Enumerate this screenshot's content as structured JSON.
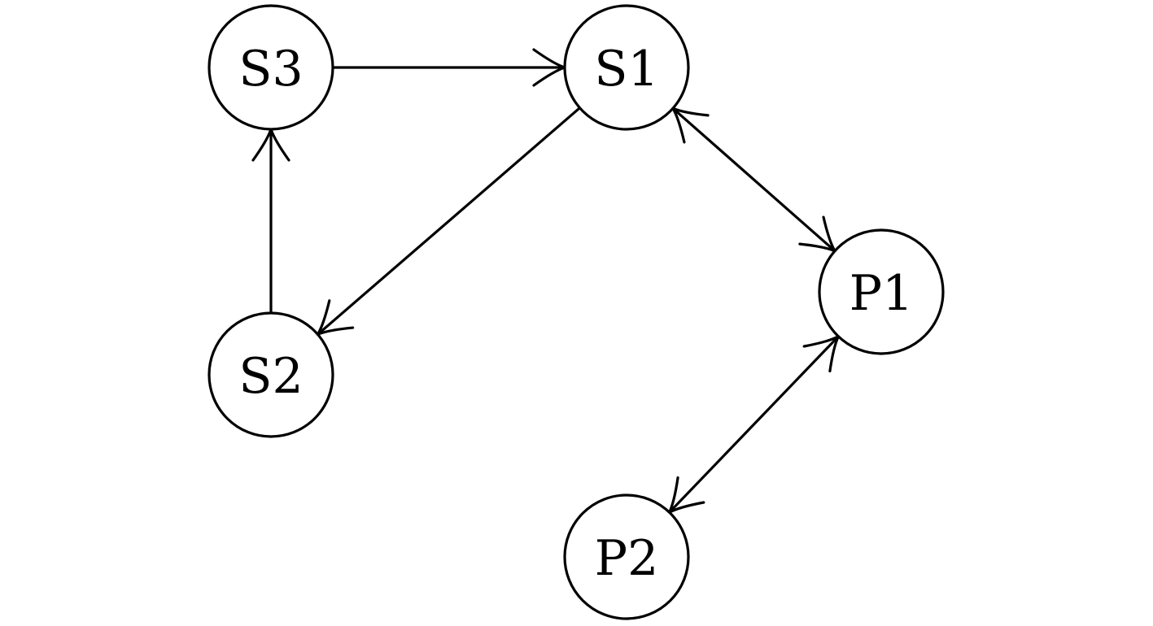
{
  "nodes": [
    {
      "id": "S3",
      "label": "S3"
    },
    {
      "id": "S1",
      "label": "S1"
    },
    {
      "id": "S2",
      "label": "S2"
    },
    {
      "id": "P1",
      "label": "P1"
    },
    {
      "id": "P2",
      "label": "P2"
    }
  ],
  "edges": [
    {
      "from": "S3",
      "to": "S1",
      "arrow": "forward"
    },
    {
      "from": "S1",
      "to": "S2",
      "arrow": "forward"
    },
    {
      "from": "S2",
      "to": "S3",
      "arrow": "forward"
    },
    {
      "from": "S1",
      "to": "P1",
      "arrow": "both"
    },
    {
      "from": "P1",
      "to": "P2",
      "arrow": "both"
    }
  ]
}
